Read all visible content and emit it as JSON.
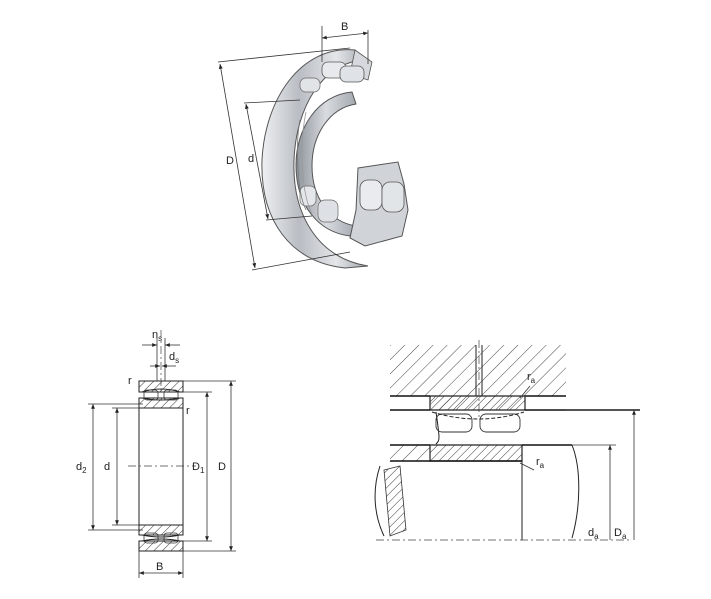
{
  "figure_3d": {
    "labels": {
      "B": "B",
      "D": "D",
      "d": "d"
    }
  },
  "section_view": {
    "labels": {
      "ns_main": "n",
      "ns_sub": "s",
      "ds_main": "d",
      "ds_sub": "s",
      "r_top": "r",
      "r_inner": "r",
      "d2_main": "d",
      "d2_sub": "2",
      "d": "d",
      "D1_main": "D",
      "D1_sub": "1",
      "D": "D",
      "B": "B"
    }
  },
  "mounting_view": {
    "labels": {
      "ra_top_main": "r",
      "ra_top_sub": "a",
      "ra_bottom_main": "r",
      "ra_bottom_sub": "a",
      "da_main": "d",
      "da_sub": "a",
      "Da_main": "D",
      "Da_sub": "a"
    }
  },
  "colors": {
    "line": "#222222",
    "hatch": "#333333",
    "metal": "#c9ccd0",
    "background": "#ffffff"
  }
}
